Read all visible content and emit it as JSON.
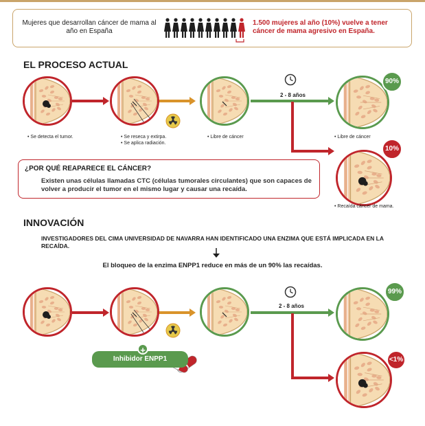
{
  "header": {
    "left_text": "Mujeres que desarrollan cáncer de mama al año en España",
    "right_text": "1.500 mujeres al año (10%) vuelve a tener cáncer de mama agresivo en España.",
    "figures_total": 10,
    "figures_highlighted": 1,
    "color_dark": "#1e1e1e",
    "color_red": "#c0252b"
  },
  "current": {
    "title": "EL PROCESO ACTUAL",
    "captions": [
      "Se detecta el tumor.",
      "Se reseca y extirpa.",
      "Se aplica radiación.",
      "Libre de cáncer",
      "Libre de cáncer",
      "Recaída cáncer de mama."
    ],
    "time_label": "2 - 8 años",
    "badge_good": "90%",
    "badge_bad": "10%"
  },
  "question": {
    "title": "¿POR QUÉ REAPARECE EL CÁNCER?",
    "text": "Existen unas células llamadas CTC (células tumorales circulantes) que son capaces de volver a producir el tumor en el mismo lugar y causar una recaída."
  },
  "innovation": {
    "title": "INNOVACIÓN",
    "subtitle": "INVESTIGADORES DEL CIMA UNIVERSIDAD DE NAVARRA HAN IDENTIFICADO UNA ENZIMA QUE ESTÁ IMPLICADA EN LA RECAÍDA.",
    "statement": "El bloqueo de la enzima ENPP1 reduce en más de un 90% las recaídas.",
    "time_label": "2 - 8 años",
    "badge_good": "99%",
    "badge_bad": "<1%",
    "inhibitor_label": "Inhibidor ENPP1"
  },
  "colors": {
    "red": "#c0252b",
    "green": "#5a9a4e",
    "gold": "#c9a46a",
    "orange": "#d9932a",
    "skin": "#f6dcb3",
    "tissue": "#e8b08c"
  }
}
